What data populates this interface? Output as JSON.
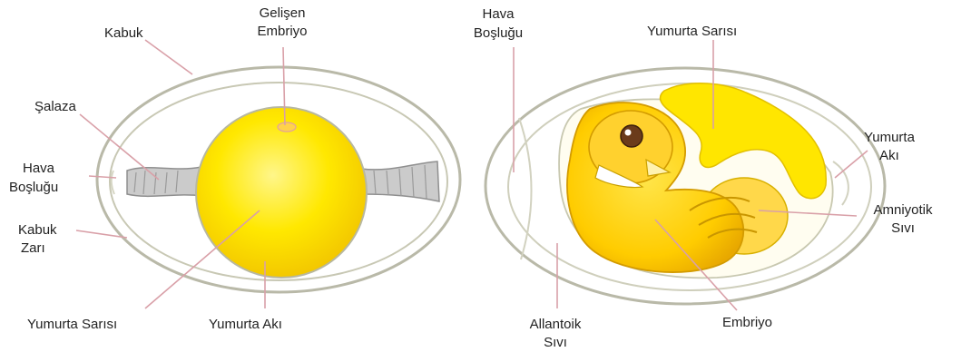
{
  "left_diagram": {
    "labels": {
      "kabuk": "Kabuk",
      "gelisen_embriyo_1": "Gelişen",
      "gelisen_embriyo_2": "Embriyo",
      "salaza": "Şalaza",
      "hava_1": "Hava",
      "hava_2": "Boşluğu",
      "kabuk_zari_1": "Kabuk",
      "kabuk_zari_2": "Zarı",
      "yumurta_sarisi": "Yumurta Sarısı",
      "yumurta_aki": "Yumurta Akı"
    }
  },
  "right_diagram": {
    "labels": {
      "hava_1": "Hava",
      "hava_2": "Boşluğu",
      "yumurta_sarisi": "Yumurta Sarısı",
      "yumurta_aki_1": "Yumurta",
      "yumurta_aki_2": "Akı",
      "amniyotik_1": "Amniyotik",
      "amniyotik_2": "Sıvı",
      "allantoik_1": "Allantoik",
      "allantoik_2": "Sıvı",
      "embriyo": "Embriyo"
    }
  },
  "colors": {
    "shell_outline": "#b9b9a8",
    "albumen": "#ffffff",
    "yolk": "#ffe600",
    "yolk_light": "#fff36a",
    "chalaza": "#c9c9c9",
    "embryo": "#ffcc00",
    "leader_line": "#d9a0a8"
  }
}
